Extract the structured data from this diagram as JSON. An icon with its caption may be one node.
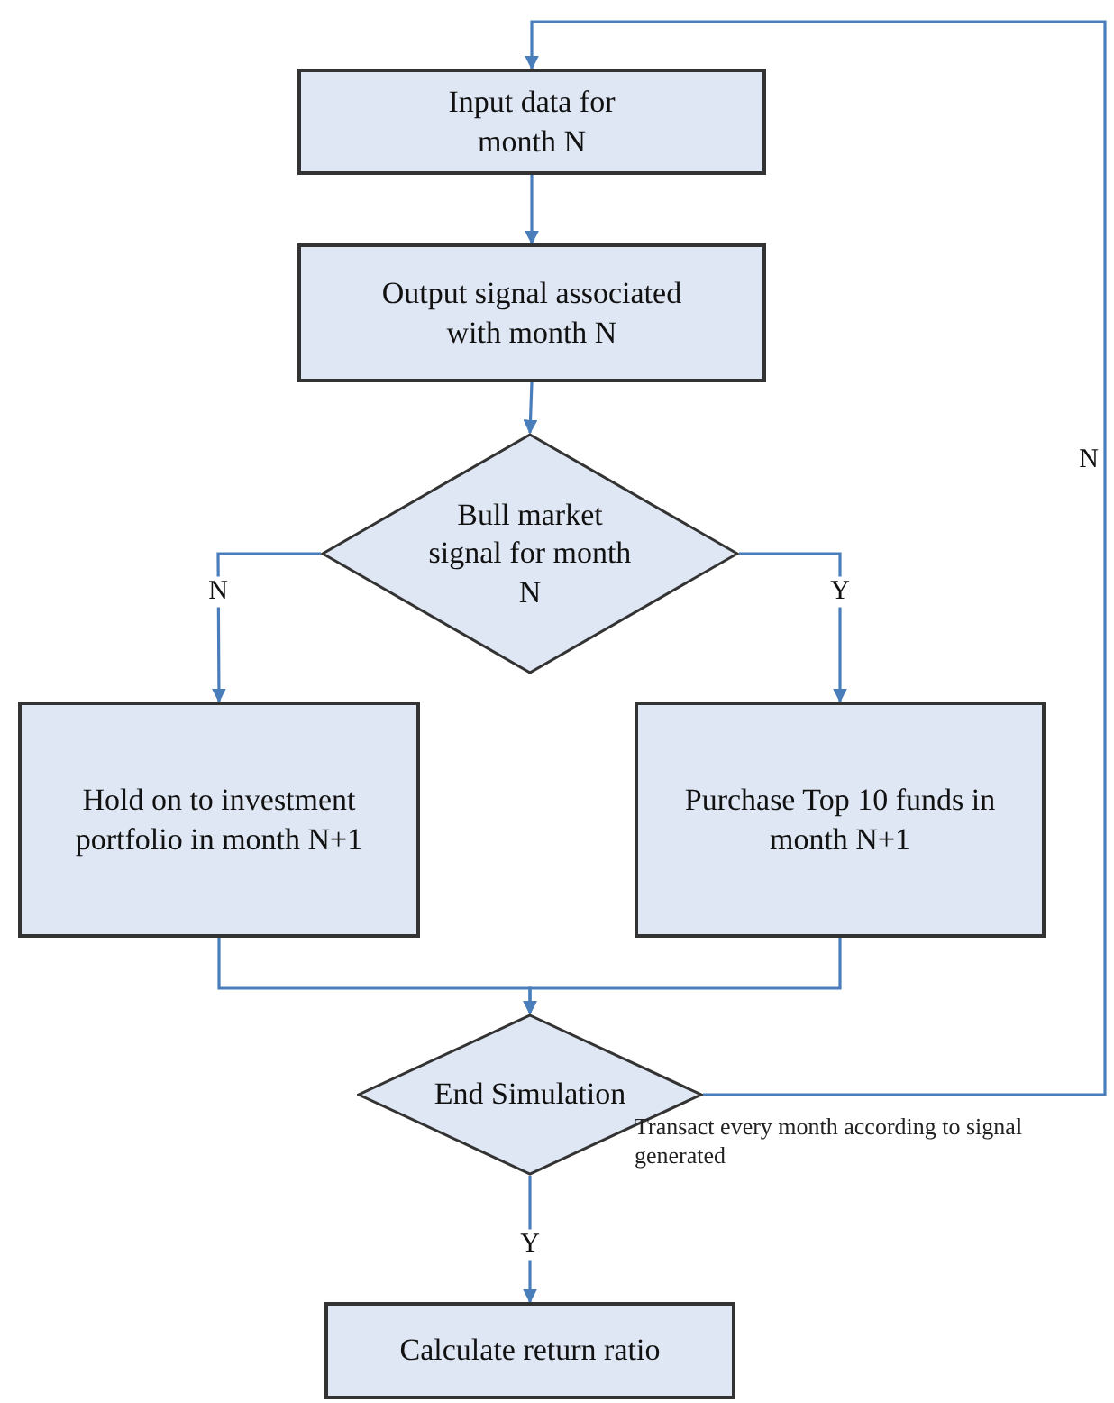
{
  "diagram": {
    "nodes": [
      {
        "text": [
          "Input data for month N"
        ]
      },
      {
        "text": [
          "Output signal associated with month N"
        ]
      },
      {
        "text": [
          "Bull market signal for month N"
        ]
      },
      {
        "text": [
          "Hold on to investment portfolio in month N+1"
        ]
      },
      {
        "text": [
          "Purchase Top 10 funds in month N+1"
        ]
      },
      {
        "text": [
          "End Simulation"
        ]
      },
      {
        "text": [
          "Calculate return ratio"
        ]
      }
    ],
    "edges": [
      {
        "from": 0,
        "to": 1,
        "arrow": "to"
      },
      {
        "from": 1,
        "to": 2,
        "arrow": "to"
      },
      {
        "from": 2,
        "to": 3,
        "arrow": "to",
        "label": "N"
      },
      {
        "from": 2,
        "to": 4,
        "arrow": "to",
        "label": "Y"
      },
      {
        "from": 3,
        "to": 5,
        "arrow": "to"
      },
      {
        "from": 4,
        "to": 5,
        "arrow": "to"
      },
      {
        "from": 5,
        "to": 0,
        "arrow": "to",
        "label": "N"
      },
      {
        "from": 5,
        "to": 6,
        "arrow": "to",
        "label": "Y"
      }
    ],
    "labels": [
      "Transact every month according to signal generated"
    ]
  }
}
